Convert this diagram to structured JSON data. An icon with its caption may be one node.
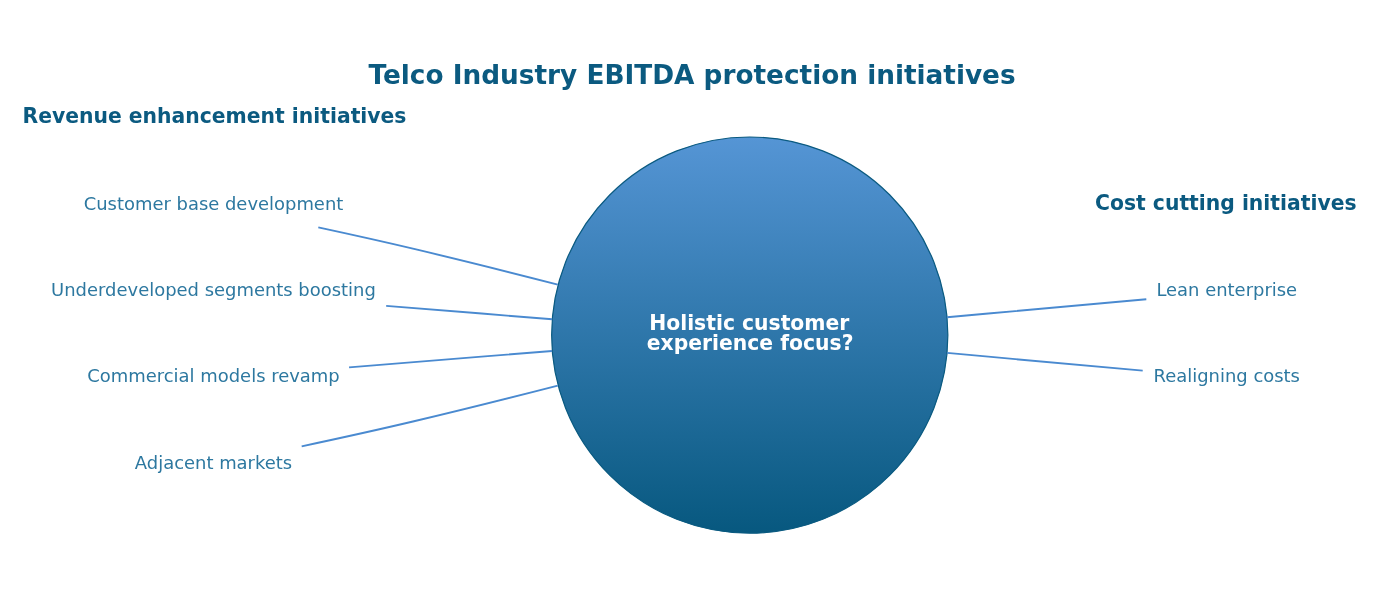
{
  "diagram": {
    "title": "Telco Industry EBITDA protection initiatives",
    "nodes": [
      {
        "text": [
          "Holistic customer experience focus?"
        ]
      },
      {
        "text": [
          "Customer base development"
        ]
      },
      {
        "text": [
          "Underdeveloped segments boosting"
        ]
      },
      {
        "text": [
          "Commercial models revamp"
        ]
      },
      {
        "text": [
          "Adjacent markets"
        ]
      },
      {
        "text": [
          "Lean enterprise"
        ]
      },
      {
        "text": [
          "Realigning costs"
        ]
      }
    ],
    "edges": [
      {
        "from": 1,
        "to": 0,
        "arrow": "none"
      },
      {
        "from": 2,
        "to": 0,
        "arrow": "none"
      },
      {
        "from": 3,
        "to": 0,
        "arrow": "none"
      },
      {
        "from": 4,
        "to": 0,
        "arrow": "none"
      },
      {
        "from": 0,
        "to": 5,
        "arrow": "none"
      },
      {
        "from": 0,
        "to": 6,
        "arrow": "none"
      }
    ],
    "labels": [
      "Revenue enhancement initiatives",
      "Cost cutting initiatives"
    ]
  }
}
